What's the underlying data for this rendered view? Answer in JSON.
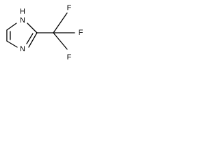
{
  "molecule": {
    "atoms": {
      "nh_label": "H",
      "nh_n": "N",
      "n3": "N",
      "f1": "F",
      "f2": "F",
      "f3": "F"
    },
    "colors": {
      "bond": "#000000",
      "text": "#000000",
      "background": "#ffffff"
    }
  }
}
